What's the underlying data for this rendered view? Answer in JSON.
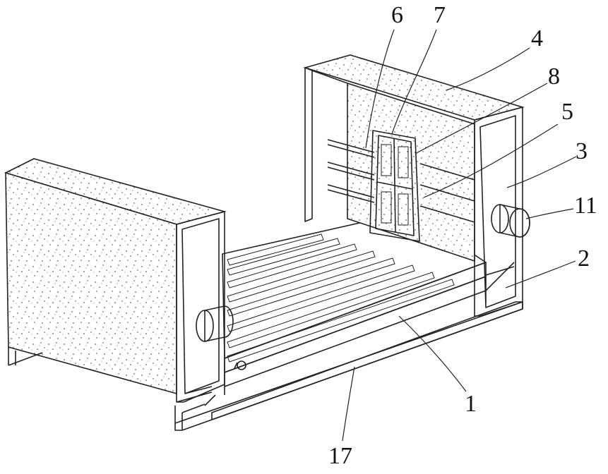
{
  "labels": {
    "n6": "6",
    "n7": "7",
    "n4": "4",
    "n8": "8",
    "n5": "5",
    "n3": "3",
    "n11": "11",
    "n2": "2",
    "n1": "1",
    "n17": "17"
  }
}
